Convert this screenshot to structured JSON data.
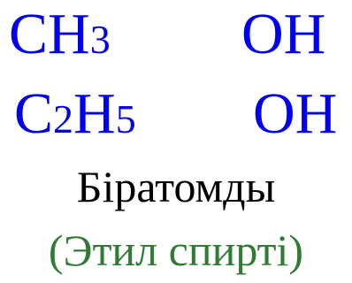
{
  "formulas": {
    "row1": {
      "left_main": "CH",
      "left_sub": "3",
      "right": "OH"
    },
    "row2": {
      "left_c": "C",
      "left_sub1": "2",
      "left_h": "H",
      "left_sub2": "5",
      "right": "OH"
    }
  },
  "caption": "Біратомды",
  "subcaption": "(Этил спирті)",
  "colors": {
    "formula": "#0000ee",
    "caption": "#000000",
    "subcaption": "#2e7d32"
  }
}
